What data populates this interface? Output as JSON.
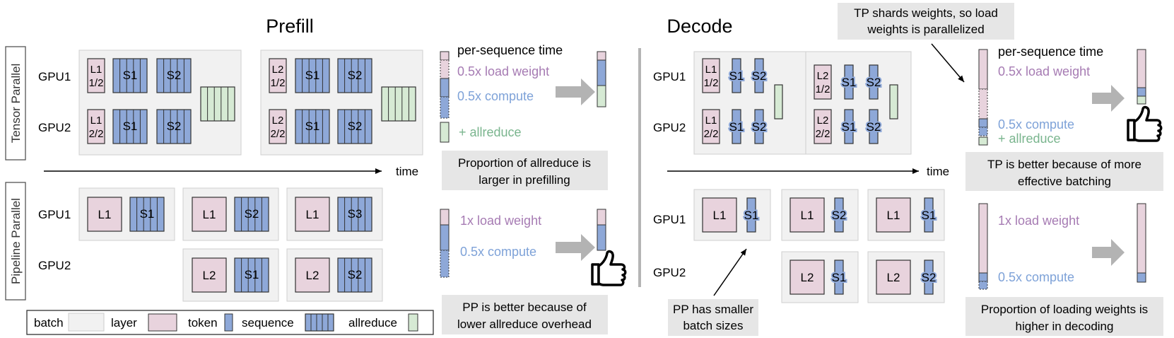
{
  "titles": {
    "prefill": "Prefill",
    "decode": "Decode"
  },
  "row_labels": {
    "tp": "Tensor Parallel",
    "pp": "Pipeline Parallel"
  },
  "gpus": {
    "gpu1": "GPU1",
    "gpu2": "GPU2"
  },
  "time_label": "time",
  "blocks": {
    "l1_half1": [
      "L1",
      "1/2"
    ],
    "l1_half2": [
      "L1",
      "2/2"
    ],
    "l2_half1": [
      "L2",
      "1/2"
    ],
    "l2_half2": [
      "L2",
      "2/2"
    ],
    "L1": "L1",
    "L2": "L2",
    "S1": "S1",
    "S2": "S2",
    "S3": "S3"
  },
  "prefill_tp_legend": {
    "per_seq": "per-sequence time",
    "load": "0.5x load weight",
    "compute": "0.5x compute",
    "allreduce": "+ allreduce",
    "note": [
      "Proportion of allreduce is",
      "larger in prefilling"
    ]
  },
  "prefill_pp_legend": {
    "load": "1x load weight",
    "compute": "0.5x compute",
    "note": [
      "PP is better because of",
      "lower allreduce overhead"
    ]
  },
  "decode_tp_legend": {
    "callout": [
      "TP shards weights, so load",
      "weights is parallelized"
    ],
    "per_seq": "per-sequence time",
    "load": "0.5x load weight",
    "compute": "0.5x compute",
    "allreduce": "+ allreduce",
    "note": [
      "TP is better because of more",
      "effective batching"
    ]
  },
  "decode_pp_legend": {
    "load": "1x load weight",
    "compute": "0.5x compute",
    "callout": [
      "PP has smaller",
      "batch sizes"
    ],
    "note": [
      "Proportion of loading weights is",
      "higher in decoding"
    ]
  },
  "legend": {
    "batch": "batch",
    "layer": "layer",
    "token": "token",
    "sequence": "sequence",
    "allreduce": "allreduce"
  },
  "colors": {
    "layer": "#e8d3dd",
    "token": "#8ea8d8",
    "allreduce": "#d6ead4",
    "batch": "#f1f1f1",
    "note_bg": "#e6e6e6",
    "load_text": "#a67bb3",
    "compute_text": "#7ea2d8",
    "allreduce_text": "#7ab58e"
  }
}
